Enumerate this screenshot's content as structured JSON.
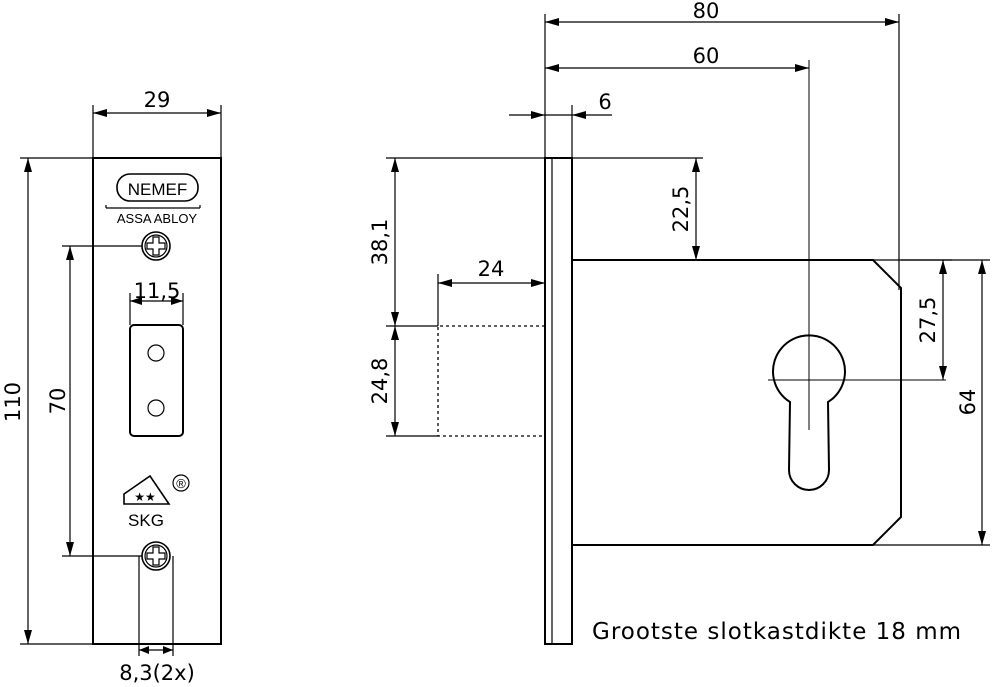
{
  "front_view": {
    "dim_width": "29",
    "dim_height": "110",
    "dim_screw_spacing": "70",
    "dim_window_width": "11,5",
    "dim_screw_dia": "8,3(2x)",
    "logo_text": "NEMEF",
    "brand_text": "ASSA ABLOY",
    "cert_text": "SKG",
    "registered_mark": "®"
  },
  "side_view": {
    "dim_total": "80",
    "dim_backset": "60",
    "dim_plate": "6",
    "dim_bolt_throw": "24",
    "dim_top_to_case": "22,5",
    "dim_top_to_bolt": "38,1",
    "dim_bolt_height": "24,8",
    "dim_cyl_offset": "27,5",
    "dim_case_height": "64"
  },
  "note": "Grootste slotkastdikte 18 mm"
}
